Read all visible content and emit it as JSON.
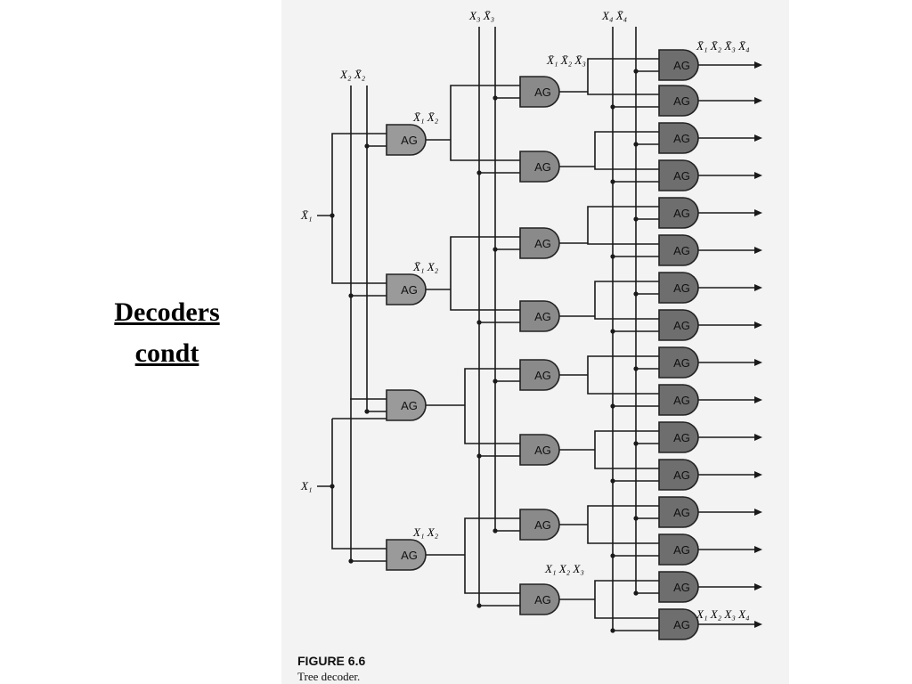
{
  "slide": {
    "title_line1": "Decoders",
    "title_line2": "condt"
  },
  "figure": {
    "number": "FIGURE 6.6",
    "caption": "Tree decoder."
  },
  "gate_label": "AG",
  "labels": {
    "x2_pair": "X₂ X̄₂",
    "x3_pair": "X₃ X̄₃",
    "x4_pair": "X₄ X̄₄",
    "x1_bar": "X̄₁",
    "x1": "X₁",
    "stage2_top": "X̄₁ X̄₂",
    "stage2_second": "X̄₁ X₂",
    "stage2_bottom": "X₁ X₂",
    "stage3_top": "X̄₁ X̄₂ X̄₃",
    "stage3_bottom": "X₁ X₂ X₃",
    "output_top": "X̄₁ X̄₂ X̄₃ X̄₄",
    "output_bottom": "X₁ X₂ X₃ X₄"
  },
  "colors": {
    "gate_stage2": "#9a9a9a",
    "gate_stage3": "#8a8a8a",
    "gate_stage4": "#6e6e6e",
    "wire": "#1a1a1a",
    "scan_background": "#f3f3f3"
  }
}
